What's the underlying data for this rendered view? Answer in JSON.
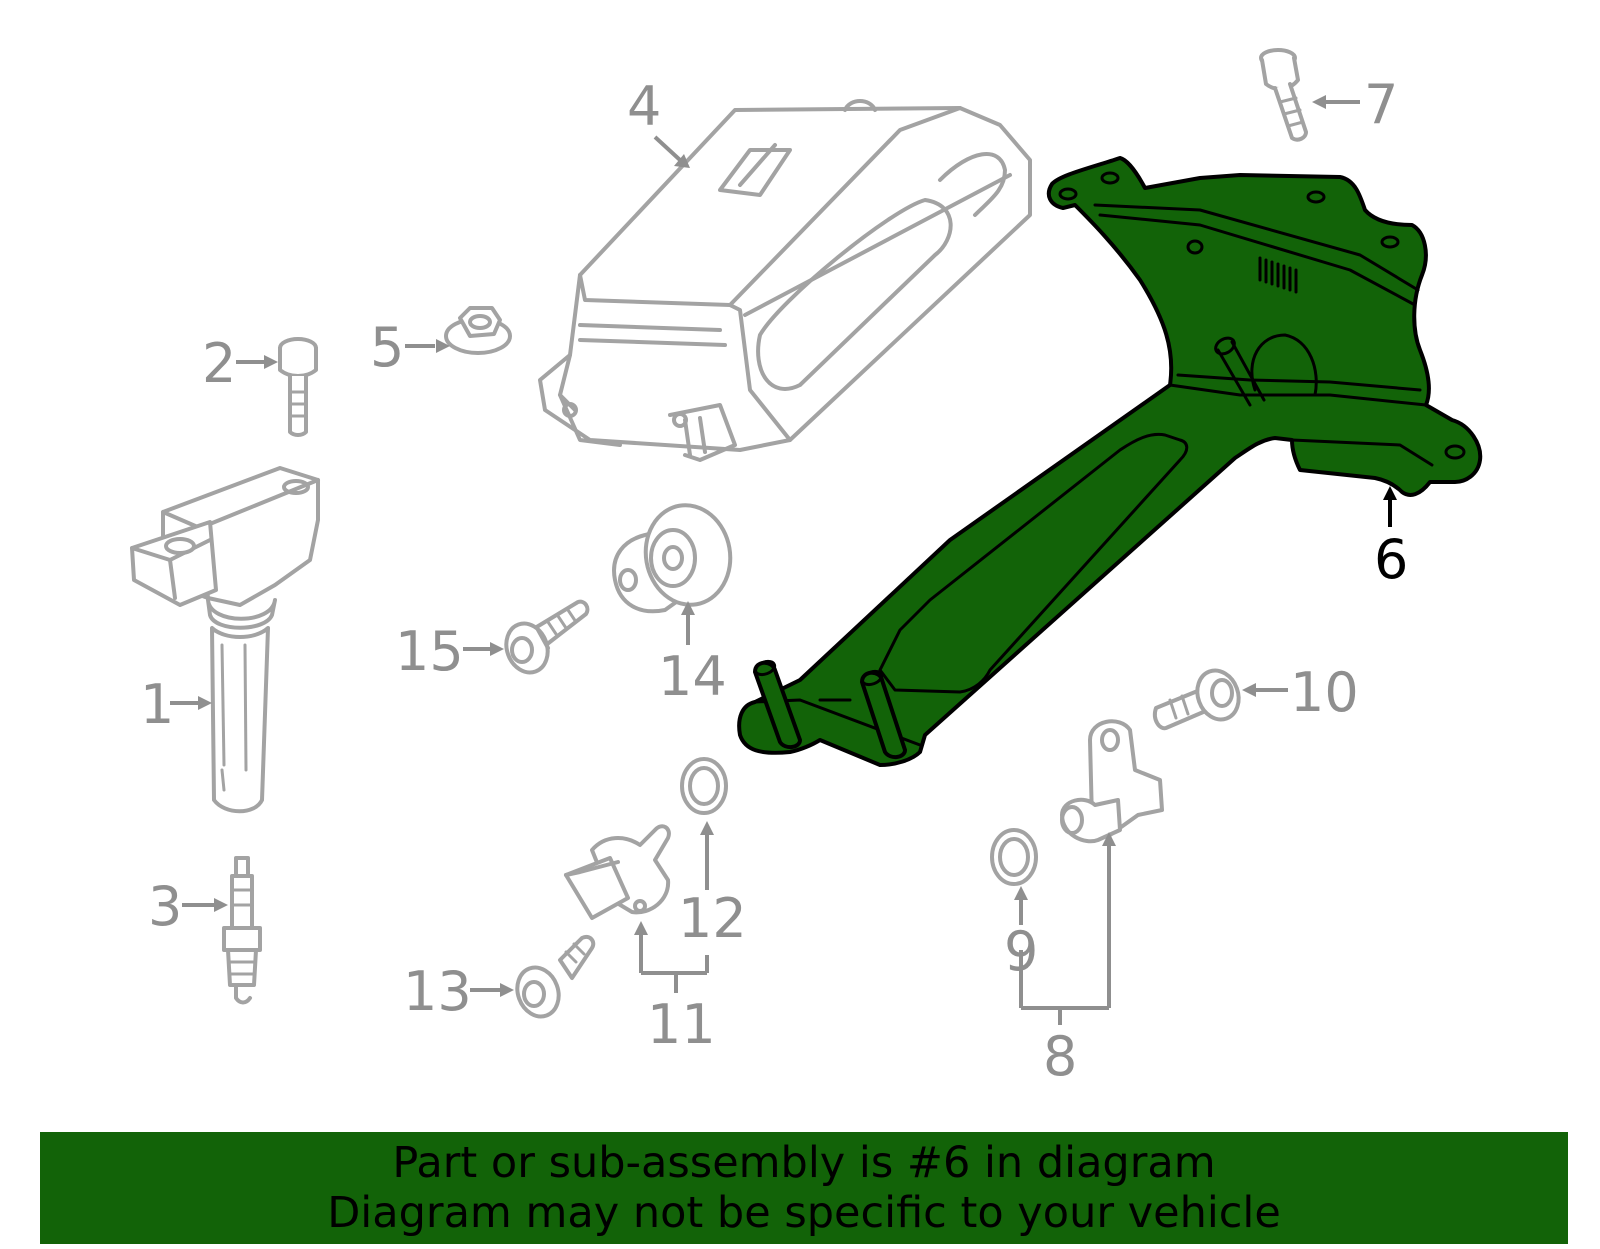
{
  "diagram": {
    "highlight_color": "#126308",
    "line_color": "#a3a3a3",
    "callouts": {
      "c1": "1",
      "c2": "2",
      "c3": "3",
      "c4": "4",
      "c5": "5",
      "c6": "6",
      "c7": "7",
      "c8": "8",
      "c9": "9",
      "c10": "10",
      "c11": "11",
      "c12": "12",
      "c13": "13",
      "c14": "14",
      "c15": "15"
    },
    "highlighted_part": "6"
  },
  "banner": {
    "line1": "Part or sub-assembly is #6 in diagram",
    "line2": "Diagram may not be specific to your vehicle",
    "background": "#126308"
  }
}
